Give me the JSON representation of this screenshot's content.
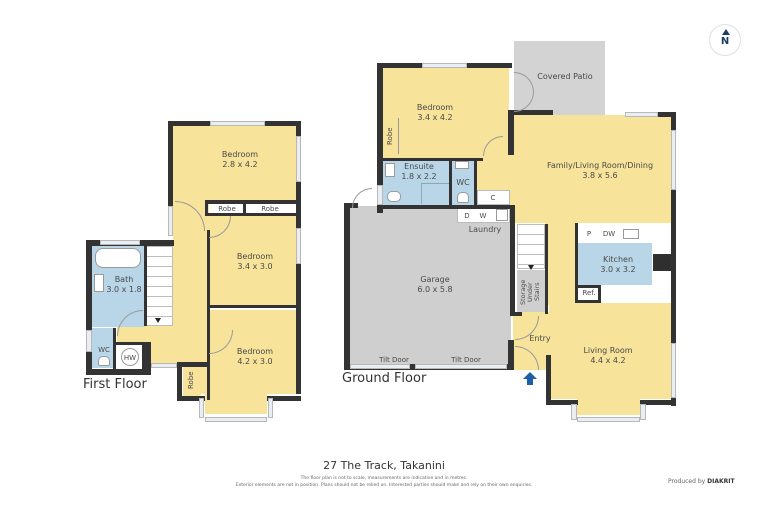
{
  "address": "27 The Track, Takanini",
  "disclaimer": {
    "line1": "The floor plan is not to scale, measurements are indicative and in metres.",
    "line2": "Exterior elements are not in position. Plans should not be relied on. Interested parties should make and rely on their own enquiries."
  },
  "producer": {
    "prefix": "Produced by",
    "brand": "DIAKRIT"
  },
  "compass": {
    "label": "N",
    "icon": "north-arrow-icon"
  },
  "first_floor": {
    "label": "First Floor",
    "rooms": [
      {
        "name": "Bedroom",
        "size": "2.8 x 4.2"
      },
      {
        "name": "Robe"
      },
      {
        "name": "Robe"
      },
      {
        "name": "Bedroom",
        "size": "3.4 x 3.0"
      },
      {
        "name": "Bath",
        "size": "3.0 x 1.8"
      },
      {
        "name": "WC"
      },
      {
        "name": "HW"
      },
      {
        "name": "Bedroom",
        "size": "4.2 x 3.0"
      },
      {
        "name": "Robe"
      }
    ]
  },
  "ground_floor": {
    "label": "Ground Floor",
    "rooms": [
      {
        "name": "Covered Patio"
      },
      {
        "name": "Bedroom",
        "size": "3.4 x 4.2"
      },
      {
        "name": "Robe"
      },
      {
        "name": "Ensuite",
        "size": "1.8 x 2.2"
      },
      {
        "name": "WC"
      },
      {
        "name": "C"
      },
      {
        "name": "Family/Living Room/Dining",
        "size": "3.8 x 5.6"
      },
      {
        "name": "D"
      },
      {
        "name": "W"
      },
      {
        "name": "Laundry"
      },
      {
        "name": "Garage",
        "size": "6.0 x 5.8"
      },
      {
        "name": "Tilt Door"
      },
      {
        "name": "Tilt Door"
      },
      {
        "name": "Storage Under Stairs"
      },
      {
        "name": "P"
      },
      {
        "name": "DW"
      },
      {
        "name": "Kitchen",
        "size": "3.0 x 3.2"
      },
      {
        "name": "Ref."
      },
      {
        "name": "Entry"
      },
      {
        "name": "Living Room",
        "size": "4.4 x 4.2"
      }
    ]
  },
  "colors": {
    "wall": "#333333",
    "living": "#f7e39a",
    "wet": "#b9d6e8",
    "garage": "#cfcfcf",
    "entry_arrow": "#1f5fa8"
  }
}
